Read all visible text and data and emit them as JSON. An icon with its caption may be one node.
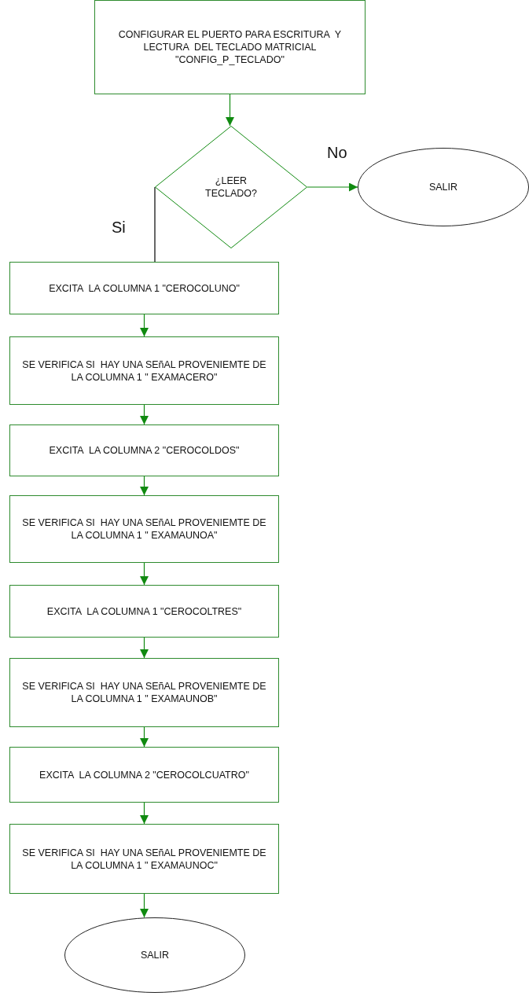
{
  "diagram": {
    "nodes": [
      {
        "text": [
          "CONFIGURAR EL PUERTO PARA ESCRITURA  Y LECTURA  DEL TECLADO MATRICIAL \"CONFIG_P_TECLADO\""
        ]
      },
      {
        "text": [
          "¿LEER TECLADO?"
        ]
      },
      {
        "text": [
          "SALIR"
        ]
      },
      {
        "text": [
          "EXCITA  LA COLUMNA 1 \"CEROCOLUNO\""
        ]
      },
      {
        "text": [
          "SE VERIFICA SI  HAY UNA SEñAL PROVENIEMTE DE LA COLUMNA 1 \" EXAMACERO\""
        ]
      },
      {
        "text": [
          "EXCITA  LA COLUMNA 2 \"CEROCOLDOS\""
        ]
      },
      {
        "text": [
          "SE VERIFICA SI  HAY UNA SEñAL PROVENIEMTE DE LA COLUMNA 1 \" EXAMAUNOA\""
        ]
      },
      {
        "text": [
          "EXCITA  LA COLUMNA 1 \"CEROCOLTRES\""
        ]
      },
      {
        "text": [
          "SE VERIFICA SI  HAY UNA SEñAL PROVENIEMTE DE LA COLUMNA 1 \" EXAMAUNOB\""
        ]
      },
      {
        "text": [
          "EXCITA  LA COLUMNA 2 \"CEROCOLCUATRO\""
        ]
      },
      {
        "text": [
          "SE VERIFICA SI  HAY UNA SEñAL PROVENIEMTE DE LA COLUMNA 1 \" EXAMAUNOC\""
        ]
      },
      {
        "text": [
          "SALIR"
        ]
      }
    ],
    "edges": [
      {
        "from": 0,
        "to": 1,
        "arrow": "to"
      },
      {
        "from": 1,
        "to": 2,
        "arrow": "to",
        "label": "No"
      },
      {
        "from": 1,
        "to": 3,
        "arrow": "none",
        "label": "Si",
        "color": "#000000"
      },
      {
        "from": 3,
        "to": 4,
        "arrow": "to"
      },
      {
        "from": 4,
        "to": 5,
        "arrow": "to"
      },
      {
        "from": 5,
        "to": 6,
        "arrow": "to"
      },
      {
        "from": 6,
        "to": 7,
        "arrow": "to"
      },
      {
        "from": 7,
        "to": 8,
        "arrow": "to"
      },
      {
        "from": 8,
        "to": 9,
        "arrow": "to"
      },
      {
        "from": 9,
        "to": 10,
        "arrow": "to"
      },
      {
        "from": 10,
        "to": 11,
        "arrow": "to"
      }
    ]
  }
}
